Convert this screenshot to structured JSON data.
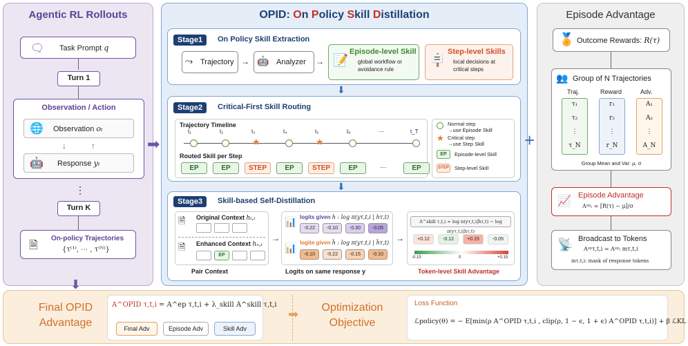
{
  "left": {
    "title": "Agentic RL Rollouts",
    "task_prompt": "Task Prompt",
    "task_var": "q",
    "turn1": "Turn 1",
    "obs_action": "Observation / Action",
    "observation": "Observation",
    "observation_var": "oₜ",
    "response": "Response",
    "response_var": "yₜ",
    "dots": "⋮",
    "turnk": "Turn K",
    "onpolicy": "On-policy Trajectories",
    "onpolicy_set": "{τ⁽¹⁾, ⋯ , τ⁽ᴺ⁾}"
  },
  "center": {
    "title_opid": "OPID: ",
    "title_o": "O",
    "title_n": "n ",
    "title_p": "P",
    "title_olicy": "olicy ",
    "title_s": "S",
    "title_kill": "kill ",
    "title_d": "D",
    "title_istillation": "istillation",
    "stage1": {
      "tag": "Stage1",
      "title": "On Policy Skill Extraction",
      "trajectory": "Trajectory",
      "analyzer": "Analyzer",
      "episode_skill": "Episode-level Skill",
      "episode_desc1": "global workflow or",
      "episode_desc2": "avoidance rule",
      "step_skills": "Step-level Skills",
      "step_desc1": "local decisions at",
      "step_desc2": "critical steps"
    },
    "stage2": {
      "tag": "Stage2",
      "title": "Critical-First Skill Routing",
      "timeline": "Trajectory Timeline",
      "ticks": [
        "t₁",
        "t₂",
        "t₃",
        "t₄",
        "t₅",
        "t₆",
        "⋯",
        "t_T"
      ],
      "routed": "Routed Skill per Step",
      "chips": [
        "EP",
        "EP",
        "STEP",
        "EP",
        "STEP",
        "EP",
        "⋯",
        "EP"
      ],
      "legend_normal1": "Normal step",
      "legend_normal2": "→use Episode Skill",
      "legend_critical1": "Critical step",
      "legend_critical2": "→use Step Skill",
      "legend_ep_chip": "EP",
      "legend_ep": "Episode-level Skill",
      "legend_step_chip": "STEP",
      "legend_step": "Step-level Skill"
    },
    "stage3": {
      "tag": "Stage3",
      "title": "Skill-based Self-Distillation",
      "orig_ctx": "Original Context",
      "orig_var": "hₜ,ₜ",
      "enh_ctx": "Enhanced Context",
      "enh_var": "hₑ,ₜ",
      "enh_chip": "EP",
      "pair": "Pair Context",
      "logits_h": "logits given",
      "logits_h_expr": "h : log π(yτ,t,i | hτ,t)",
      "logits_he": "logite given",
      "logits_he_expr": "ĥ : log π(yτ,t,i | ĥτ,t)",
      "vals_h": [
        "-0.22",
        "-0.10",
        "-0.30",
        "-0.05"
      ],
      "vals_he": [
        "-0.10",
        "-0.22",
        "-0.15",
        "-0.10"
      ],
      "logits_caption": "Logits on same response y",
      "adv_formula": "A^skill τ,t,i = log π(yτ,t,i|ĥτ,t) − log π(yτ,t,i|hτ,t)",
      "adv_vals": [
        "+0.12",
        "-0.12",
        "+0.15",
        "-0.05"
      ],
      "scale_min": "-0.15",
      "scale_mid": "0",
      "scale_max": "+0.15",
      "token_adv": "Token-level Skill Advantage"
    }
  },
  "right": {
    "title": "Episode Advantage",
    "outcome": "Outcome Rewards:",
    "outcome_var": "R(τ)",
    "group_title": "Group of N Trajectories",
    "col_traj": "Traj.",
    "col_reward": "Reward",
    "col_adv": "Adv.",
    "traj": [
      "τ₁",
      "τ₂",
      "⋮",
      "τ_N"
    ],
    "reward": [
      "r₁",
      "r₂",
      "⋮",
      "r_N"
    ],
    "adv": [
      "A₁",
      "A₂",
      "⋮",
      "A_N"
    ],
    "group_stat": "Group Mean and Var: μ, σ",
    "ep_adv_title": "Episode Advantage",
    "ep_adv_formula": "Aᵉᵖₜ = [R(τ) − μ]/σ",
    "broadcast_title": "Broadcast to Tokens",
    "broadcast_formula": "Aᵉᵖτ,t,i = Aᵉᵖₜ mτ,t,i",
    "mask_note": "mτ,t,i: mask of response tokens"
  },
  "bottom": {
    "final_title1": "Final OPID",
    "final_title2": "Advantage",
    "formula_lhs": "A^OPID τ,t,i",
    "formula_eq": "=",
    "formula_ep": "A^ep τ,t,i",
    "formula_plus": "+",
    "formula_lambda": "λ_skill",
    "formula_skill": "A^skill τ,t,i",
    "btn_final": "Final Adv",
    "btn_episode": "Episode Adv",
    "btn_skill": "Skill Adv",
    "opt_title1": "Optimization",
    "opt_title2": "Objective",
    "loss_label": "Loss Function",
    "loss_formula": "ℒpolicy(θ) = − E[min(ρ A^OPID τ,t,i , clip(ρ, 1 − ϵ, 1 + ϵ) A^OPID τ,t,i)] + β ℒKL"
  },
  "colors": {
    "purple": "#6b55a3",
    "red": "#c0302a",
    "orange": "#e07a30",
    "green": "#4e9a3a",
    "blue": "#1d3f73"
  }
}
